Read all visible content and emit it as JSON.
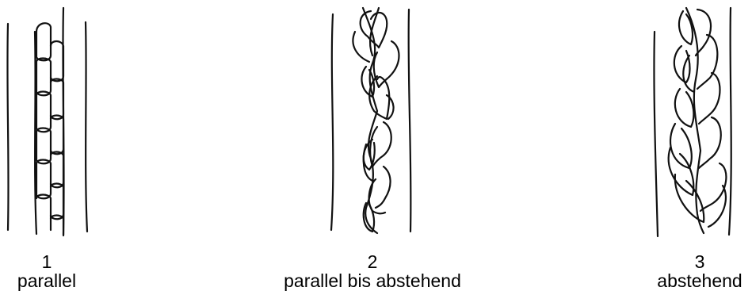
{
  "header_text": "",
  "figures": [
    {
      "number": "1",
      "label": "parallel"
    },
    {
      "number": "2",
      "label": "parallel bis abstehend"
    },
    {
      "number": "3",
      "label": "abstehend"
    }
  ],
  "colors": {
    "background": "#ffffff",
    "stroke": "#111111",
    "text": "#000000"
  }
}
